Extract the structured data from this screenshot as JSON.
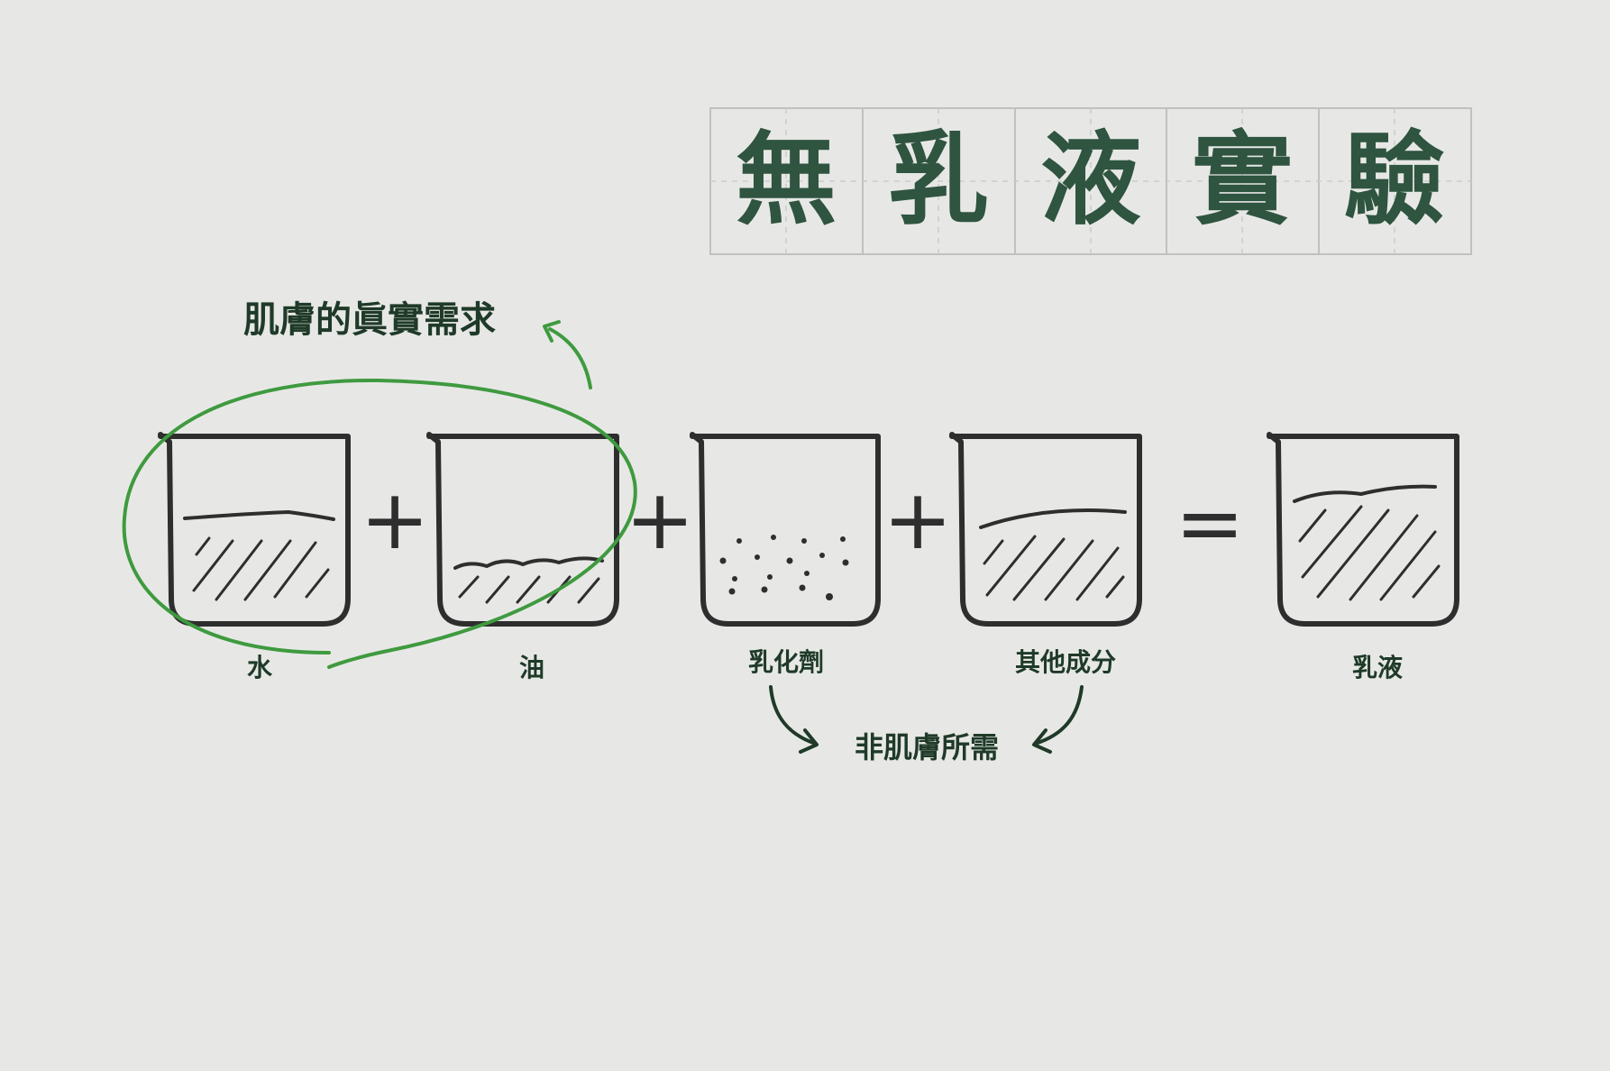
{
  "title": {
    "chars": [
      "無",
      "乳",
      "液",
      "實",
      "驗"
    ]
  },
  "annotation": {
    "text": "肌膚的眞實需求"
  },
  "beakers": [
    {
      "label": "水",
      "content": "liquid-hatch"
    },
    {
      "label": "油",
      "content": "shallow-hatch"
    },
    {
      "label": "乳化劑",
      "content": "dots"
    },
    {
      "label": "其他成分",
      "content": "liquid-hatch"
    },
    {
      "label": "乳液",
      "content": "liquid-hatch"
    }
  ],
  "operators": [
    "+",
    "+",
    "+",
    "="
  ],
  "note": {
    "text": "非肌膚所需"
  },
  "colors": {
    "background": "#e7e8e6",
    "title_text": "#2f5440",
    "label_text": "#1f3a28",
    "ink": "#2e2e2e",
    "highlight": "#3f9a3f",
    "arrow_dark": "#1f3a28",
    "grid": "#bfc2bf"
  }
}
